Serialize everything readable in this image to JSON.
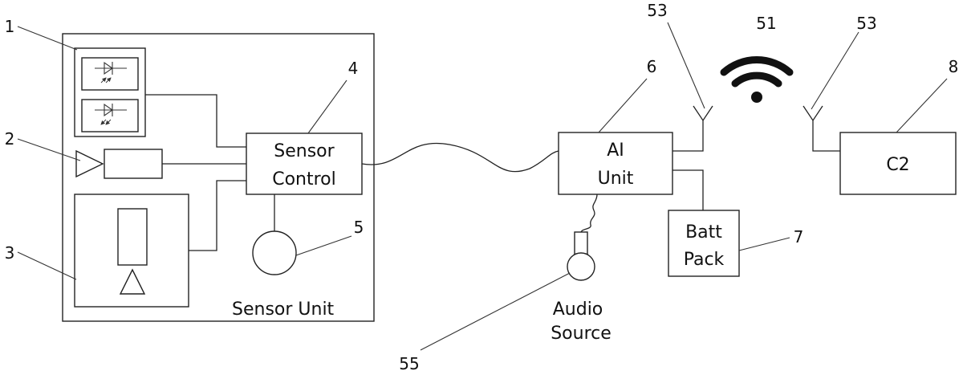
{
  "sensor_unit": {
    "title": "Sensor Unit",
    "control_line1": "Sensor",
    "control_line2": "Control"
  },
  "ai_unit": {
    "line1": "AI",
    "line2": "Unit"
  },
  "batt_pack": {
    "line1": "Batt",
    "line2": "Pack"
  },
  "c2": {
    "label": "C2"
  },
  "audio_source": {
    "line1": "Audio",
    "line2": "Source"
  },
  "reference_numerals": {
    "optical_sensors": "1",
    "emitter": "2",
    "camera_module": "3",
    "sensor_control": "4",
    "microphone": "5",
    "ai_unit": "6",
    "batt_pack": "7",
    "c2": "8",
    "wireless_signal": "51",
    "antenna_left": "53",
    "antenna_right": "53",
    "audio_source": "55"
  },
  "icons": {
    "wireless": "wifi-icon",
    "antenna": "antenna-icon",
    "photodiode": "photodiode-icon",
    "microphone": "microphone-icon"
  }
}
